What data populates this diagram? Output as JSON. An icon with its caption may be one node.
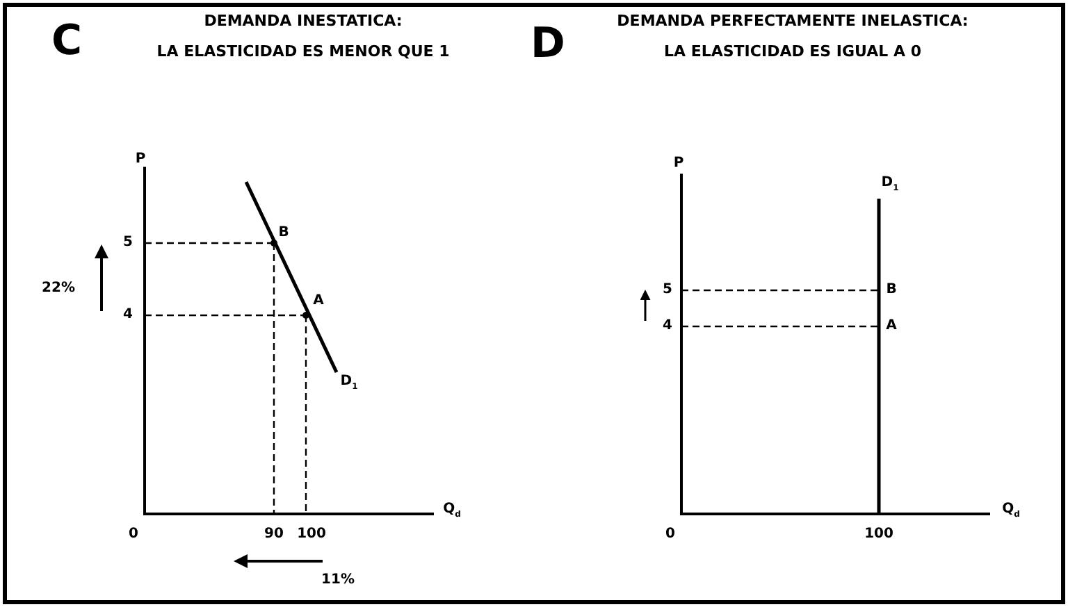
{
  "diagram": {
    "labels": [
      "C",
      "DEMANDA INESTATICA:",
      "LA ELASTICIDAD ES MENOR QUE 1",
      "D",
      "DEMANDA PERFECTAMENTE INELASTICA:",
      "LA ELASTICIDAD ES IGUAL A 0",
      "P",
      "5",
      "B",
      "22%",
      "4",
      "A",
      "D$_{1}$",
      "Q$_{d}$",
      "0",
      "90",
      "100",
      "11%",
      "P",
      "D$_{1}$",
      "5",
      "B",
      "4",
      "A",
      "Q$_{d}$",
      "0",
      "100"
    ]
  }
}
